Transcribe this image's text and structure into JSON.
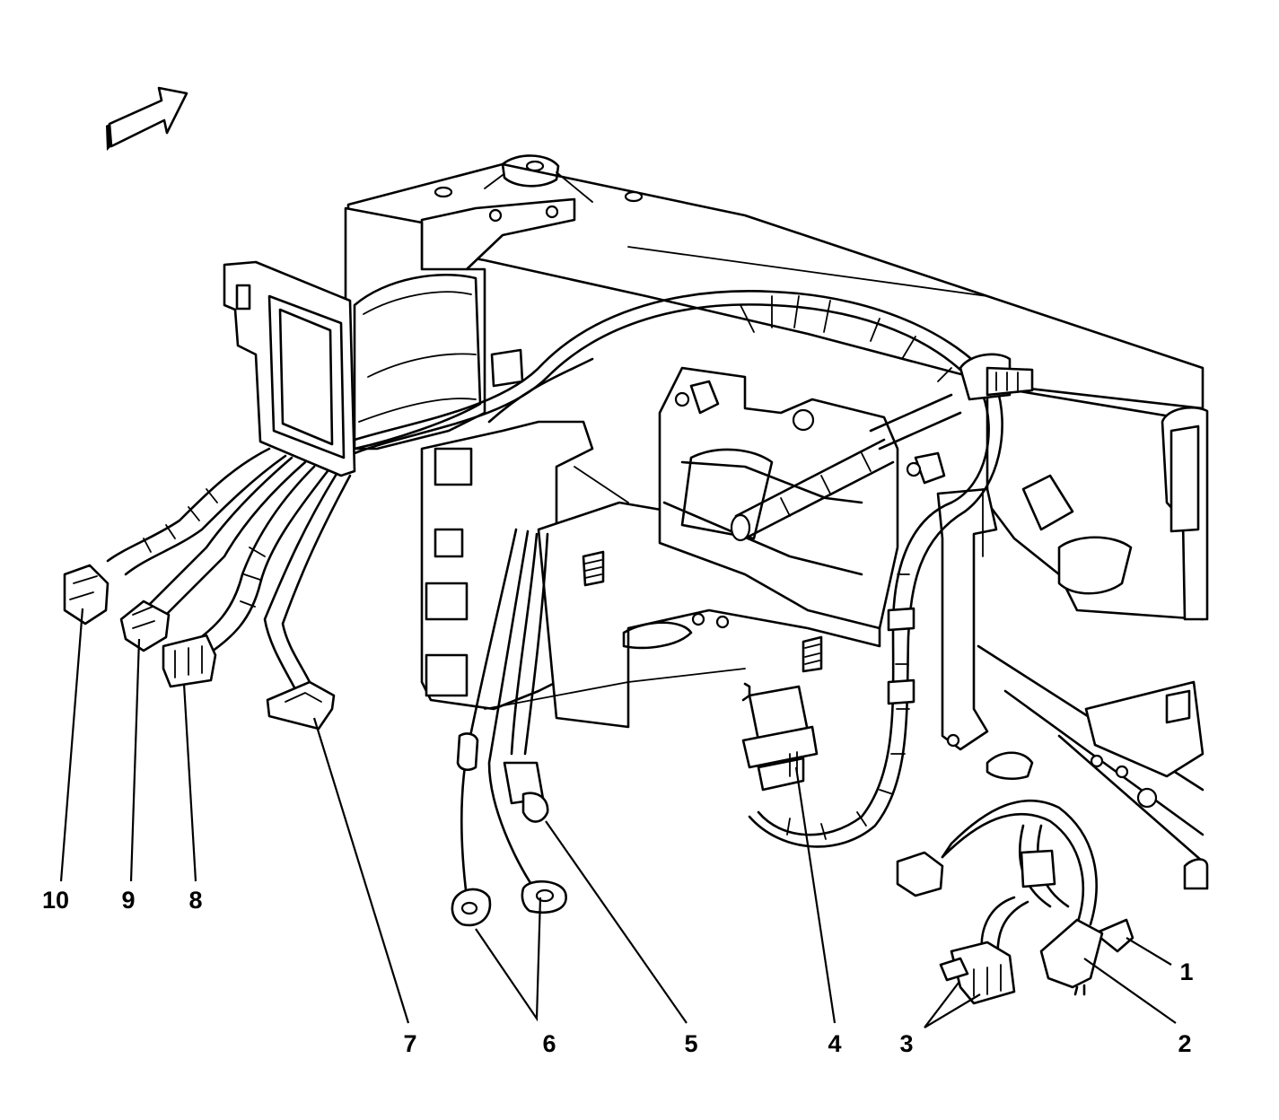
{
  "diagram": {
    "callouts": [
      {
        "id": "c1",
        "label": "1"
      },
      {
        "id": "c2",
        "label": "2"
      },
      {
        "id": "c3",
        "label": "3"
      },
      {
        "id": "c4",
        "label": "4"
      },
      {
        "id": "c5",
        "label": "5"
      },
      {
        "id": "c6",
        "label": "6"
      },
      {
        "id": "c7",
        "label": "7"
      },
      {
        "id": "c8",
        "label": "8"
      },
      {
        "id": "c9",
        "label": "9"
      },
      {
        "id": "c10",
        "label": "10"
      }
    ],
    "icons": {
      "direction": "forward-arrow-icon"
    }
  }
}
